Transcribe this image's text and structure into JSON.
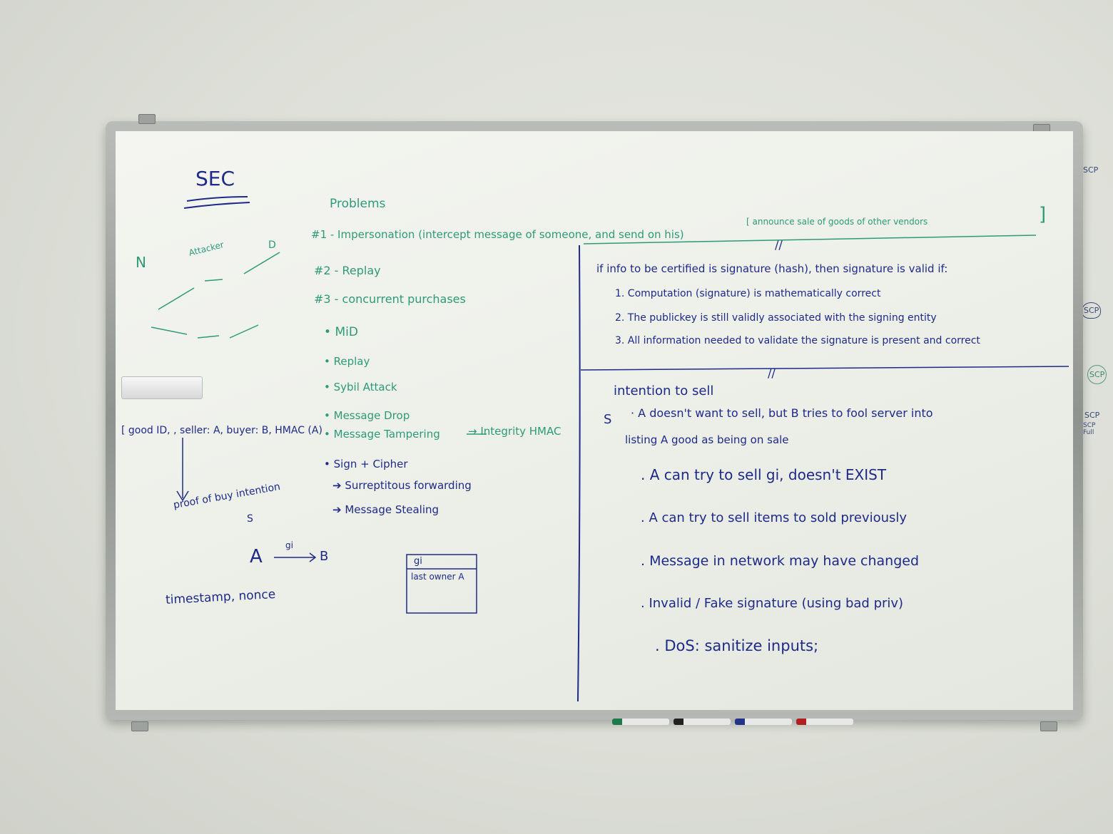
{
  "wall_notes": [
    "SCP",
    "SCP",
    "SCP",
    "SCP",
    "SCP\nFull"
  ],
  "left": {
    "title": "SEC",
    "diagram": {
      "n_label": "N",
      "attacker_label": "Attacker",
      "d_label": "D"
    },
    "bracket": "[ good ID, , seller: A, buyer: B, HMAC (A)",
    "proof": "proof of buy intention",
    "s_label": "S",
    "a_label": "A",
    "gi_label": "gi",
    "b_label": "B",
    "timestamp": "timestamp, nonce"
  },
  "middle": {
    "problems_title": "Problems",
    "p1": "#1 - Impersonation (intercept message of someone, and send on his)",
    "p1_bracket": "[ announce sale of goods of other vendors",
    "p2": "#2 - Replay",
    "p3": "#3 - concurrent purchases",
    "bullets_green": [
      "MiD",
      "Replay",
      "Sybil Attack",
      "Message Drop",
      "Message Tampering"
    ],
    "integrity": "→ Integrity HMAC",
    "sign_cipher": "Sign + Cipher",
    "arrows": [
      "➔ Surreptitous forwarding",
      "➔ Message Stealing"
    ],
    "box_top": "gi",
    "box_bottom": "last owner A"
  },
  "right": {
    "close_bracket": "]",
    "sep": "//",
    "if_line": "if info to be certified is signature (hash), then signature is valid if:",
    "items": [
      "1. Computation (signature) is mathematically correct",
      "2. The publickey is still validly associated with the signing entity",
      "3. All information needed to validate the signature is present and correct"
    ],
    "sep2": "//",
    "intention": "intention to sell",
    "s_label": "S",
    "l1": "· A doesn't want to sell, but B tries to fool server into",
    "l1b": "listing A good as being on sale",
    "l2": ". A can try to sell gi, doesn't EXIST",
    "l3": ". A can try to sell items to sold previously",
    "l4": ". Message in network may have changed",
    "l5": ". Invalid / Fake signature (using bad priv)",
    "l6": ". DoS: sanitize inputs;"
  },
  "colors": {
    "green_marker": "#2f9a76",
    "blue_marker": "#1f2a86"
  }
}
